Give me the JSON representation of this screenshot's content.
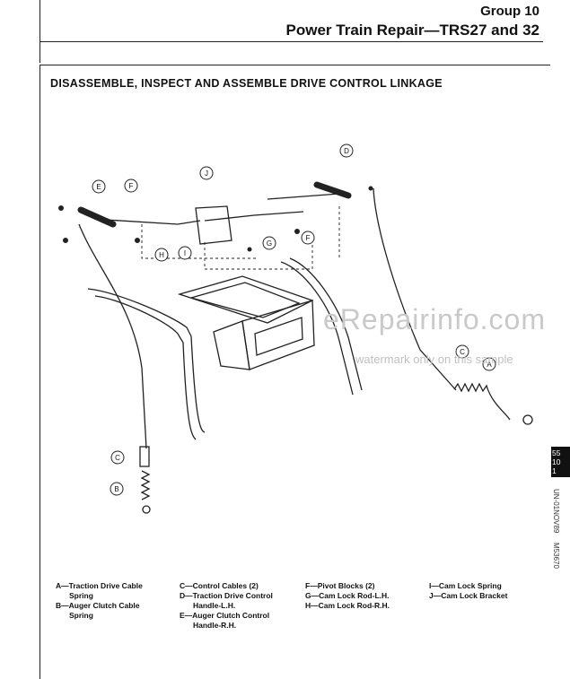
{
  "header": {
    "group": "Group 10",
    "title": "Power Train Repair—TRS27 and 32"
  },
  "section_title": "DISASSEMBLE, INSPECT AND ASSEMBLE DRIVE CONTROL LINKAGE",
  "watermark": {
    "main": "eRepairinfo.com",
    "sub": "watermark only on this sample"
  },
  "side_tab": {
    "line1": "55",
    "line2": "10",
    "line3": "1"
  },
  "side_codes": {
    "code1": "UN-01NOV89",
    "code2": "M53670"
  },
  "callouts": [
    "A",
    "B",
    "C",
    "D",
    "E",
    "F",
    "G",
    "H",
    "I",
    "J"
  ],
  "legend": {
    "col1": [
      "A—Traction Drive Cable",
      "Spring",
      "B—Auger Clutch Cable",
      "Spring"
    ],
    "col2": [
      "C—Control Cables (2)",
      "D—Traction Drive Control",
      "Handle-L.H.",
      "E—Auger Clutch Control",
      "Handle-R.H."
    ],
    "col3": [
      "F—Pivot Blocks (2)",
      "G—Cam Lock Rod-L.H.",
      "H—Cam Lock Rod-R.H."
    ],
    "col4": [
      "I—Cam Lock Spring",
      "J—Cam Lock Bracket"
    ]
  }
}
